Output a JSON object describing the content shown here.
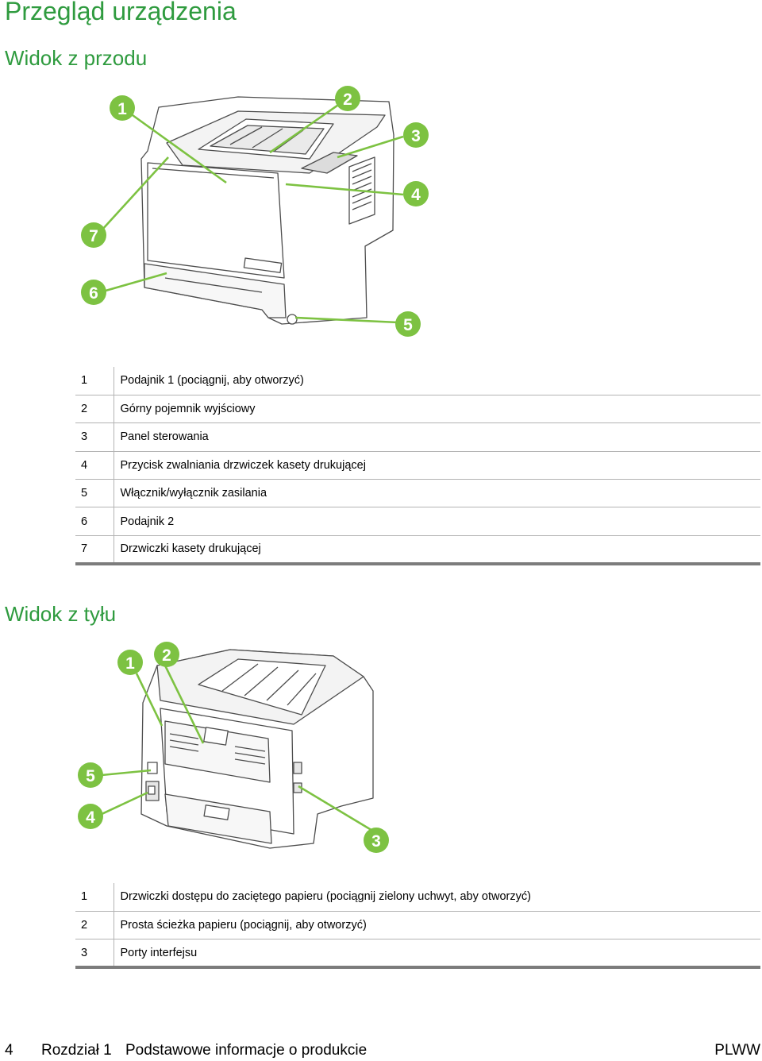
{
  "page": {
    "title": "Przegląd urządzenia"
  },
  "front_view": {
    "heading": "Widok z przodu",
    "callout_numbers": [
      "1",
      "2",
      "3",
      "4",
      "5",
      "6",
      "7"
    ],
    "items": [
      {
        "num": "1",
        "label": "Podajnik 1 (pociągnij, aby otworzyć)"
      },
      {
        "num": "2",
        "label": "Górny pojemnik wyjściowy"
      },
      {
        "num": "3",
        "label": "Panel sterowania"
      },
      {
        "num": "4",
        "label": "Przycisk zwalniania drzwiczek kasety drukującej"
      },
      {
        "num": "5",
        "label": "Włącznik/wyłącznik zasilania"
      },
      {
        "num": "6",
        "label": "Podajnik 2"
      },
      {
        "num": "7",
        "label": "Drzwiczki kasety drukującej"
      }
    ]
  },
  "rear_view": {
    "heading": "Widok z tyłu",
    "callout_numbers": [
      "1",
      "2",
      "3",
      "4",
      "5"
    ],
    "items": [
      {
        "num": "1",
        "label": "Drzwiczki dostępu do zaciętego papieru (pociągnij zielony uchwyt, aby otworzyć)"
      },
      {
        "num": "2",
        "label": "Prosta ścieżka papieru (pociągnij, aby otworzyć)"
      },
      {
        "num": "3",
        "label": "Porty interfejsu"
      }
    ]
  },
  "footer": {
    "page_number": "4",
    "chapter": "Rozdział 1",
    "chapter_title": "Podstawowe informacje o produkcie",
    "doc_code": "PLWW"
  },
  "colors": {
    "heading_green": "#2f9b3f",
    "callout_green": "#7dc242",
    "rule_gray": "#7c7c7c"
  }
}
